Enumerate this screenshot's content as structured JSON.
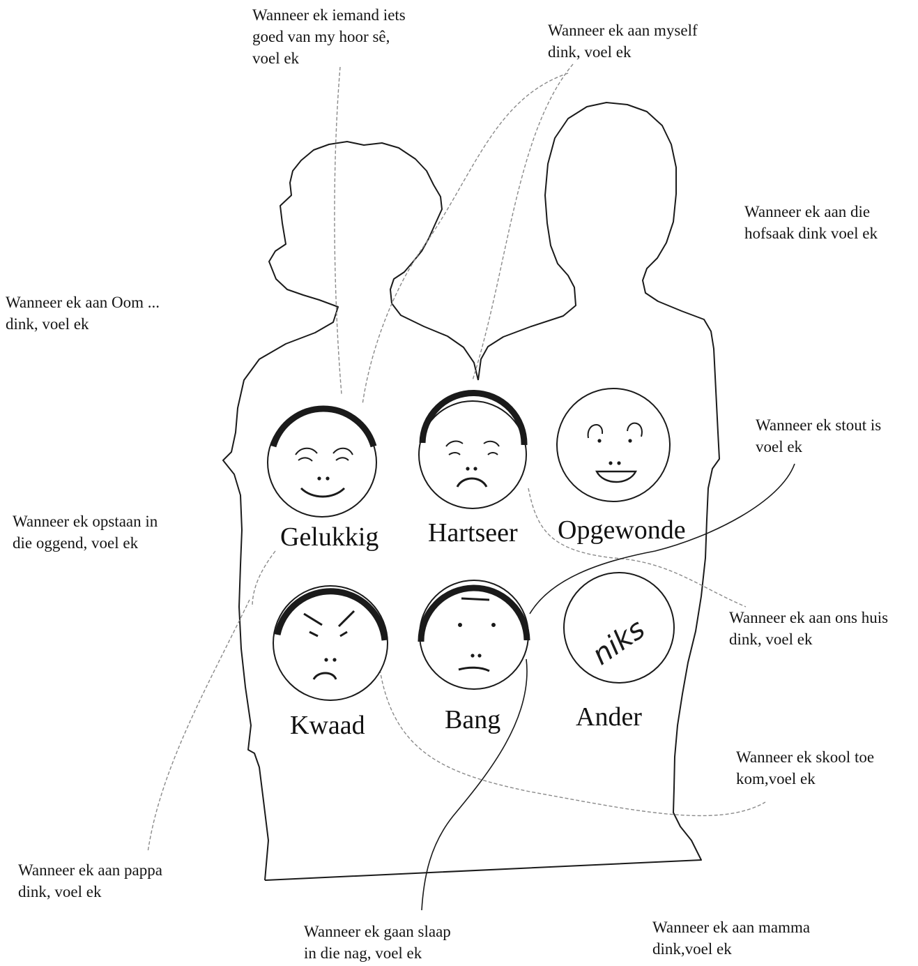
{
  "prompts": {
    "iemand": "Wanneer ek iemand iets\ngoed van my hoor sê,\nvoel ek",
    "myself": "Wanneer ek aan myself\ndink, voel ek",
    "hofsaak": "Wanneer ek aan die\nhofsaak dink voel ek",
    "oom": "Wanneer ek aan Oom ...\ndink, voel ek",
    "opstaan": "Wanneer ek opstaan in\ndie oggend, voel ek",
    "stout": "Wanneer ek stout is\nvoel ek",
    "huis": "Wanneer ek aan ons huis\ndink, voel ek",
    "skool": "Wanneer ek skool toe\nkom,voel ek",
    "pappa": "Wanneer ek aan pappa\ndink, voel ek",
    "slaap": "Wanneer ek gaan slaap\nin die nag, voel ek",
    "mamma": "Wanneer ek aan mamma\ndink,voel ek"
  },
  "emotions": {
    "gelukkig": "Gelukkig",
    "hartseer": "Hartseer",
    "opgewonde": "Opgewonde",
    "kwaad": "Kwaad",
    "bang": "Bang",
    "ander": "Ander"
  },
  "ander_fill": "niks",
  "colors": {
    "ink": "#1a1a1a",
    "faint_ink": "#8a8a8a",
    "paper": "#ffffff"
  }
}
